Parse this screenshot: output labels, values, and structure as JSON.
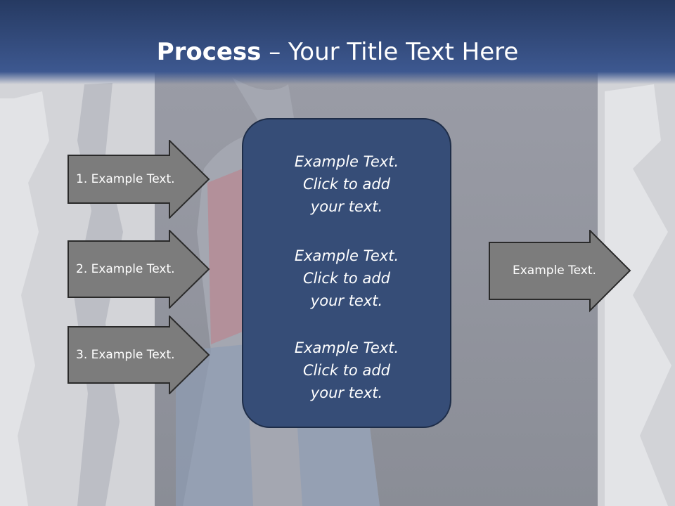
{
  "slide": {
    "title_bold": "Process",
    "title_rest": " – Your Title Text Here",
    "left_arrows": [
      {
        "label": "1. Example Text."
      },
      {
        "label": "2. Example Text."
      },
      {
        "label": "3. Example Text."
      }
    ],
    "center_items": [
      {
        "line1": "Example Text.",
        "line2": "Click  to add",
        "line3": "your text."
      },
      {
        "line1": "Example Text.",
        "line2": "Click  to add",
        "line3": "your text."
      },
      {
        "line1": "Example Text.",
        "line2": "Click  to add",
        "line3": "your text."
      }
    ],
    "right_arrow": {
      "label": "Example Text."
    }
  },
  "colors": {
    "title_bar": "#3b5588",
    "center_box": "#364d77",
    "arrow_fill": "#7c7c7c",
    "arrow_stroke": "#2a2a2a"
  }
}
